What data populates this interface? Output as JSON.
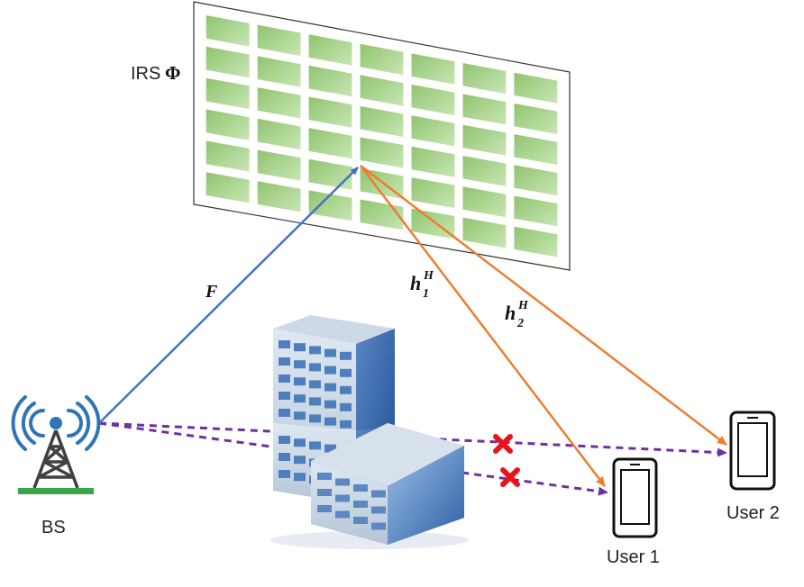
{
  "labels": {
    "irs": "IRS",
    "irs_symbol": "Φ",
    "bs": "BS",
    "user1": "User 1",
    "user2": "User 2",
    "channel_f": "F",
    "channel_h1_base": "h",
    "channel_h1_sub": "1",
    "channel_h1_sup": "H",
    "channel_h2_base": "h",
    "channel_h2_sub": "2",
    "channel_h2_sup": "H"
  },
  "irs_elements": {
    "rows": 6,
    "cols": 7
  },
  "colors": {
    "bs_link": "#4472c4",
    "irs_link": "#ed7d31",
    "blocked_link": "#7030a0",
    "blocked_mark": "#e8141a",
    "irs_element": "#a9d18e",
    "tower": "#404040",
    "signal": "#2e75b6",
    "tower_base": "#3aa64a"
  },
  "icons": {
    "bs": "antenna-tower-icon",
    "building": "office-building-icon",
    "user": "smartphone-icon",
    "blocked": "cross-mark-icon"
  }
}
